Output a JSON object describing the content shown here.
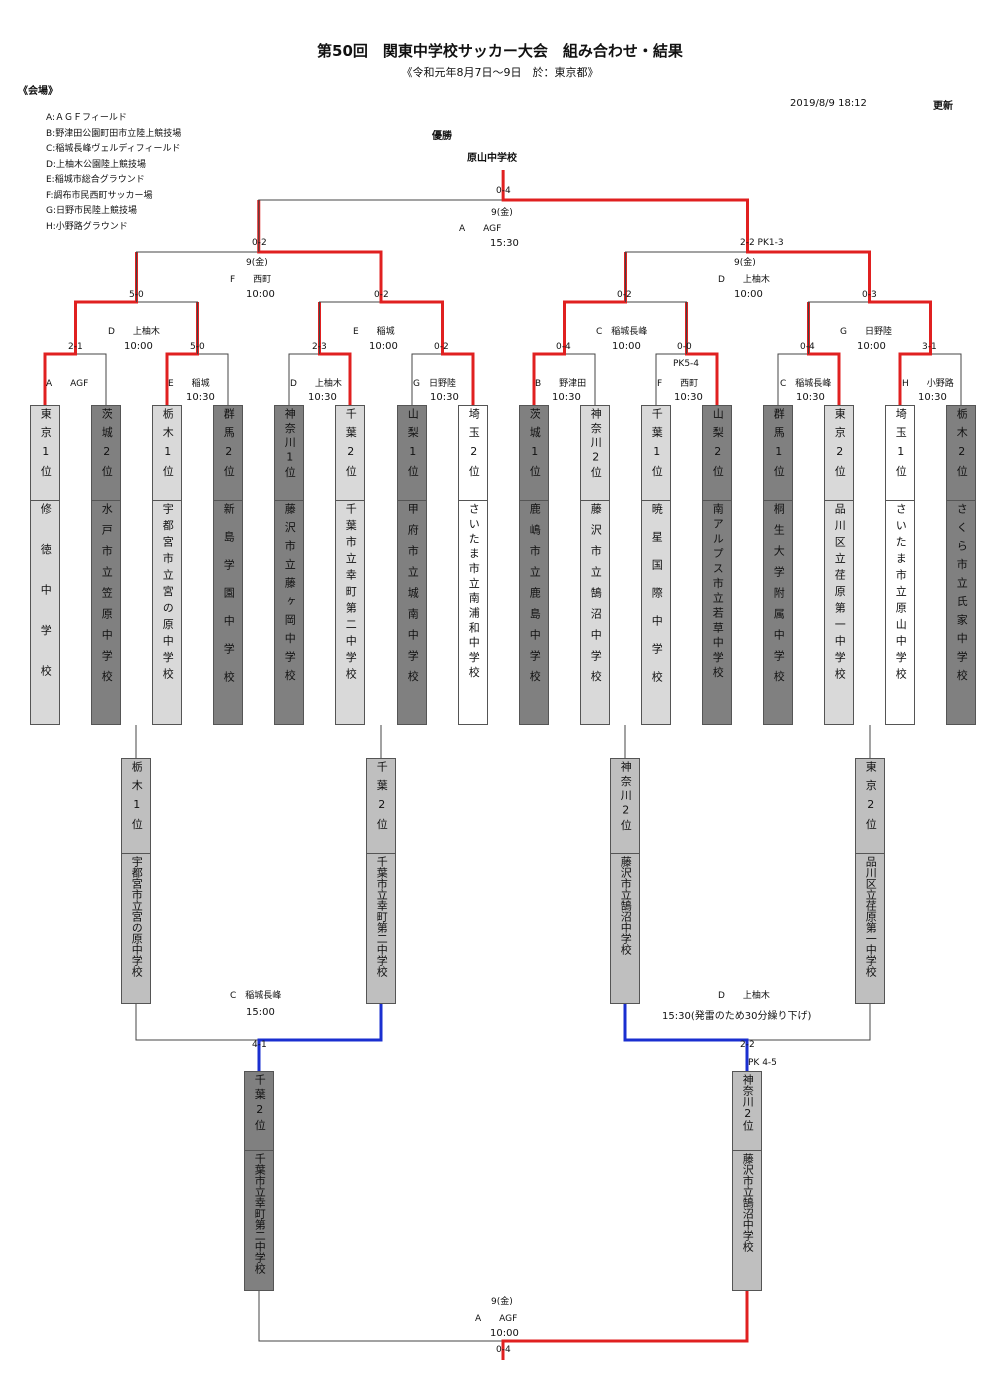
{
  "title": "第50回　関東中学校サッカー大会　組み合わせ・結果",
  "subtitle": "《令和元年8月7日～9日　於：東京都》",
  "venues_heading": "《会場》",
  "venues": [
    "A:ＡＧＦフィールド",
    "B:野津田公園町田市立陸上競技場",
    "C:稲城長峰ヴェルディフィールド",
    "D:上柚木公園陸上競技場",
    "E:稲城市総合グラウンド",
    "F:調布市民西町サッカー場",
    "G:日野市民陸上競技場",
    "H:小野路グラウンド"
  ],
  "updated": {
    "datetime": "2019/8/9 18:12",
    "label": "更新"
  },
  "champion": {
    "label": "優勝",
    "team": "原山中学校"
  },
  "final": {
    "score": "0-4",
    "date": "9(金)",
    "venue": "A　　AGF",
    "time": "15:30"
  },
  "semifinals": [
    {
      "score": "0-2",
      "date": "9(金)",
      "venue": "F　　西町",
      "time": "10:00"
    },
    {
      "score": "2-2 PK1-3",
      "date": "9(金)",
      "venue": "D　　上柚木",
      "time": "10:00"
    }
  ],
  "quarterfinals": [
    {
      "score": "5-0",
      "venue": "D　　上柚木",
      "time": "10:00"
    },
    {
      "score": "0-2",
      "venue": "E　　稲城",
      "time": "10:00"
    },
    {
      "score": "0-2",
      "venue": "C　稲城長峰",
      "time": "10:00"
    },
    {
      "score": "0-3",
      "venue": "G　　日野陸",
      "time": "10:00"
    }
  ],
  "round1": [
    {
      "score": "2-1",
      "venue": "A　　AGF",
      "time": ""
    },
    {
      "score": "5-0",
      "venue": "E　　稲城",
      "time": "10:30"
    },
    {
      "score": "2-3",
      "venue": "D　　上柚木",
      "time": "10:30"
    },
    {
      "score": "0-2",
      "venue": "G　日野陸",
      "time": "10:30"
    },
    {
      "score": "0-4",
      "venue": "B　　野津田",
      "time": "10:30"
    },
    {
      "score": "0-0",
      "extra": "PK5-4",
      "venue": "F　　西町",
      "time": "10:30"
    },
    {
      "score": "0-4",
      "venue": "C　稲城長峰",
      "time": "10:30"
    },
    {
      "score": "3-1",
      "venue": "H　　小野路",
      "time": "10:30"
    }
  ],
  "teams": [
    {
      "seed": "東京1位",
      "name": "修徳中学校"
    },
    {
      "seed": "茨城2位",
      "name": "水戸市立笠原中学校"
    },
    {
      "seed": "栃木1位",
      "name": "宇都宮市立宮の原中学校"
    },
    {
      "seed": "群馬2位",
      "name": "新島学園中学校"
    },
    {
      "seed": "神奈川1位",
      "name": "藤沢市立藤ヶ岡中学校"
    },
    {
      "seed": "千葉2位",
      "name": "千葉市立幸町第二中学校"
    },
    {
      "seed": "山梨1位",
      "name": "甲府市立城南中学校"
    },
    {
      "seed": "埼玉2位",
      "name": "さいたま市立南浦和中学校"
    },
    {
      "seed": "茨城1位",
      "name": "鹿嶋市立鹿島中学校"
    },
    {
      "seed": "神奈川2位",
      "name": "藤沢市立鵠沼中学校"
    },
    {
      "seed": "千葉1位",
      "name": "暁星国際中学校"
    },
    {
      "seed": "山梨2位",
      "name": "南アルプス市立若草中学校"
    },
    {
      "seed": "群馬1位",
      "name": "桐生大学附属中学校"
    },
    {
      "seed": "東京2位",
      "name": "品川区立荏原第一中学校"
    },
    {
      "seed": "埼玉1位",
      "name": "さいたま市立原山中学校"
    },
    {
      "seed": "栃木2位",
      "name": "さくら市立氏家中学校"
    }
  ],
  "consolation_teams": [
    {
      "seed": "栃木1位",
      "name": "宇都宮市立宮の原中学校"
    },
    {
      "seed": "千葉2位",
      "name": "千葉市立幸町第二中学校"
    },
    {
      "seed": "神奈川2位",
      "name": "藤沢市立鵠沼中学校"
    },
    {
      "seed": "東京2位",
      "name": "品川区立荏原第一中学校"
    }
  ],
  "consolation_matches": [
    {
      "score": "4-1",
      "venue": "C　稲城長峰",
      "time": "15:00"
    },
    {
      "score": "2-2",
      "extra": "PK 4-5",
      "venue": "D　　上柚木",
      "time": "15:30(発雷のため30分繰り下げ)"
    }
  ],
  "third_place_teams": [
    {
      "seed": "千葉2位",
      "name": "千葉市立幸町第二中学校"
    },
    {
      "seed": "神奈川2位",
      "name": "藤沢市立鵠沼中学校"
    }
  ],
  "third_place_match": {
    "score": "0-4",
    "date": "9(金)",
    "venue": "A　　AGF",
    "time": "10:00"
  },
  "colors": {
    "winner_line": "#e02020",
    "consolation_line": "#1a2fd0",
    "normal_line": "#444444",
    "box_light": "#d9d9d9",
    "box_dark": "#808080"
  }
}
